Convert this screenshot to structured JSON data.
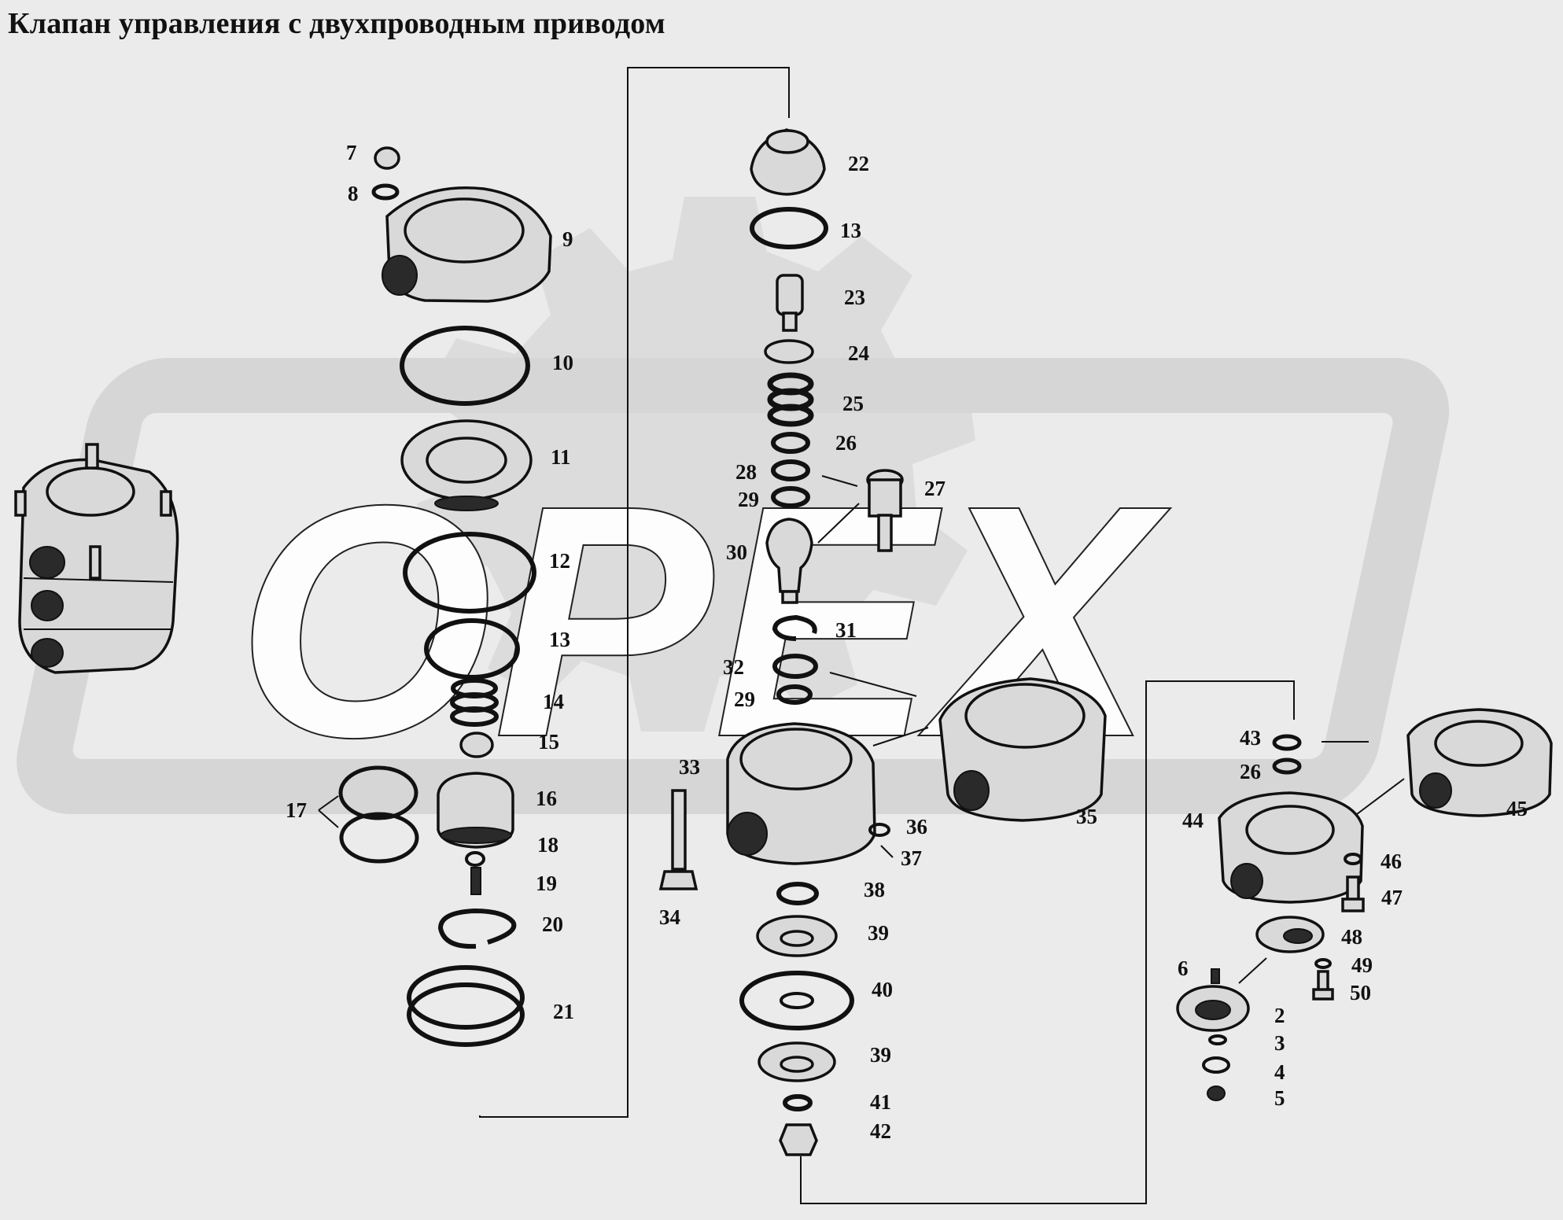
{
  "title": "Клапан управления с двухпроводным приводом",
  "watermark": {
    "text": "OPEX"
  },
  "callouts": [
    {
      "id": "c7",
      "text": "7"
    },
    {
      "id": "c8",
      "text": "8"
    },
    {
      "id": "c9",
      "text": "9"
    },
    {
      "id": "c10",
      "text": "10"
    },
    {
      "id": "c11",
      "text": "11"
    },
    {
      "id": "c12",
      "text": "12"
    },
    {
      "id": "c13a",
      "text": "13"
    },
    {
      "id": "c14",
      "text": "14"
    },
    {
      "id": "c15",
      "text": "15"
    },
    {
      "id": "c16",
      "text": "16"
    },
    {
      "id": "c17",
      "text": "17"
    },
    {
      "id": "c18",
      "text": "18"
    },
    {
      "id": "c19",
      "text": "19"
    },
    {
      "id": "c20",
      "text": "20"
    },
    {
      "id": "c21",
      "text": "21"
    },
    {
      "id": "c22",
      "text": "22"
    },
    {
      "id": "c13b",
      "text": "13"
    },
    {
      "id": "c23",
      "text": "23"
    },
    {
      "id": "c24",
      "text": "24"
    },
    {
      "id": "c25",
      "text": "25"
    },
    {
      "id": "c26a",
      "text": "26"
    },
    {
      "id": "c27",
      "text": "27"
    },
    {
      "id": "c28",
      "text": "28"
    },
    {
      "id": "c29a",
      "text": "29"
    },
    {
      "id": "c30",
      "text": "30"
    },
    {
      "id": "c31",
      "text": "31"
    },
    {
      "id": "c32",
      "text": "32"
    },
    {
      "id": "c29b",
      "text": "29"
    },
    {
      "id": "c33",
      "text": "33"
    },
    {
      "id": "c34",
      "text": "34"
    },
    {
      "id": "c35",
      "text": "35"
    },
    {
      "id": "c36",
      "text": "36"
    },
    {
      "id": "c37",
      "text": "37"
    },
    {
      "id": "c38",
      "text": "38"
    },
    {
      "id": "c39a",
      "text": "39"
    },
    {
      "id": "c40",
      "text": "40"
    },
    {
      "id": "c39b",
      "text": "39"
    },
    {
      "id": "c41",
      "text": "41"
    },
    {
      "id": "c42",
      "text": "42"
    },
    {
      "id": "c43",
      "text": "43"
    },
    {
      "id": "c26b",
      "text": "26"
    },
    {
      "id": "c44",
      "text": "44"
    },
    {
      "id": "c45",
      "text": "45"
    },
    {
      "id": "c46",
      "text": "46"
    },
    {
      "id": "c47",
      "text": "47"
    },
    {
      "id": "c48",
      "text": "48"
    },
    {
      "id": "c49",
      "text": "49"
    },
    {
      "id": "c50",
      "text": "50"
    },
    {
      "id": "c6",
      "text": "6"
    },
    {
      "id": "c2",
      "text": "2"
    },
    {
      "id": "c3",
      "text": "3"
    },
    {
      "id": "c4",
      "text": "4"
    },
    {
      "id": "c5",
      "text": "5"
    }
  ]
}
